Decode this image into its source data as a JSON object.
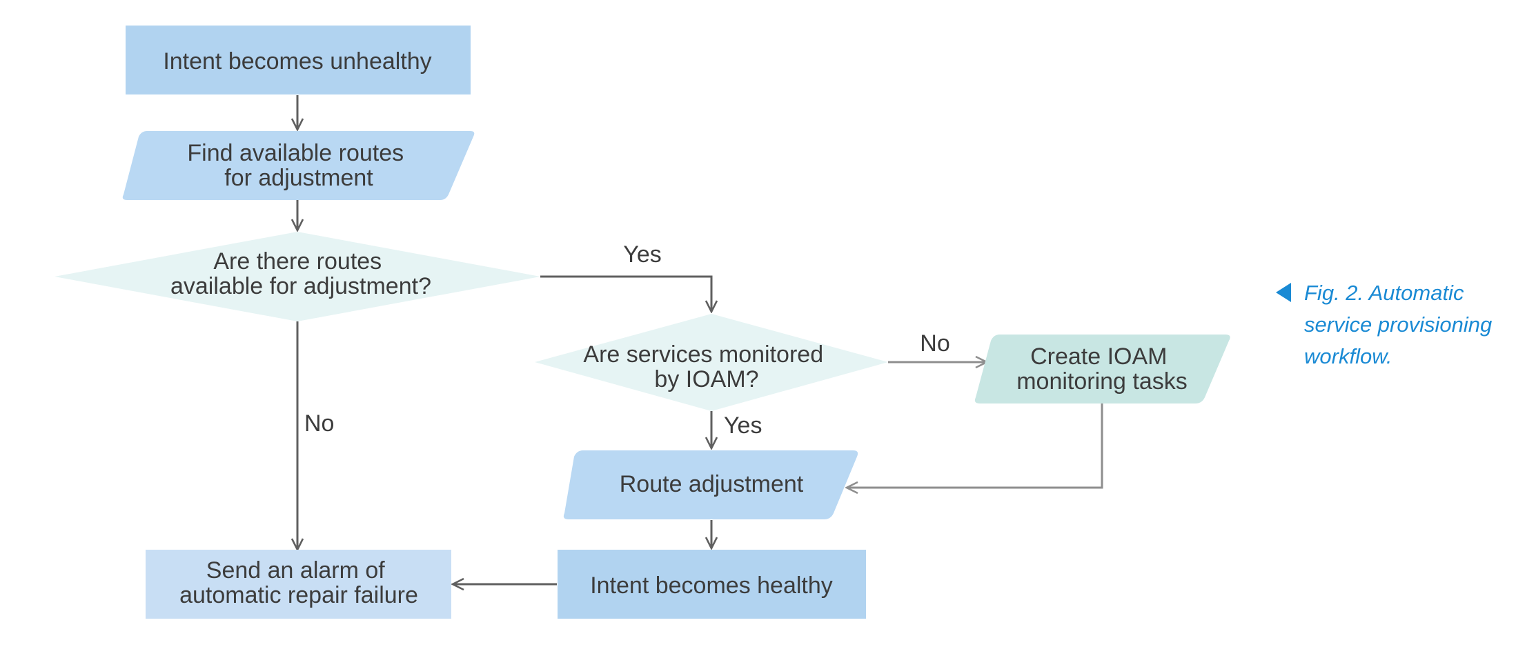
{
  "diagram": {
    "nodes": {
      "unhealthy": {
        "lines": [
          "Intent becomes unhealthy"
        ],
        "shape": "rectangle",
        "color": "#b1d3f0"
      },
      "find_routes": {
        "lines": [
          "Find available routes",
          "for adjustment"
        ],
        "shape": "parallelogram",
        "color": "#b9d8f3"
      },
      "routes_available": {
        "lines": [
          "Are there routes",
          "available for adjustment?"
        ],
        "shape": "diamond",
        "color": "#e6f4f4"
      },
      "monitored": {
        "lines": [
          "Are services monitored",
          "by IOAM?"
        ],
        "shape": "diamond",
        "color": "#e6f4f4"
      },
      "create_tasks": {
        "lines": [
          "Create IOAM",
          "monitoring tasks"
        ],
        "shape": "parallelogram",
        "color": "#c8e6e3"
      },
      "route_adjustment": {
        "lines": [
          "Route adjustment"
        ],
        "shape": "parallelogram",
        "color": "#b9d8f3"
      },
      "healthy": {
        "lines": [
          "Intent becomes healthy"
        ],
        "shape": "rectangle",
        "color": "#b1d3f0"
      },
      "alarm": {
        "lines": [
          "Send an alarm of",
          "automatic repair failure"
        ],
        "shape": "rectangle",
        "color": "#c8def4"
      }
    },
    "edges": {
      "routes_yes": {
        "from": "routes_available",
        "to": "monitored",
        "label": "Yes"
      },
      "routes_no": {
        "from": "routes_available",
        "to": "alarm",
        "label": "No"
      },
      "monitored_no": {
        "from": "monitored",
        "to": "create_tasks",
        "label": "No"
      },
      "monitored_yes": {
        "from": "monitored",
        "to": "route_adjustment",
        "label": "Yes"
      }
    },
    "colors": {
      "arrow_dark": "#5f5f5f",
      "arrow_light": "#8e8e8e",
      "text": "#3c3c3c"
    }
  },
  "caption": {
    "lines": [
      "Fig. 2. Automatic",
      "service provisioning",
      "workflow."
    ],
    "color": "#1a8ad4"
  }
}
